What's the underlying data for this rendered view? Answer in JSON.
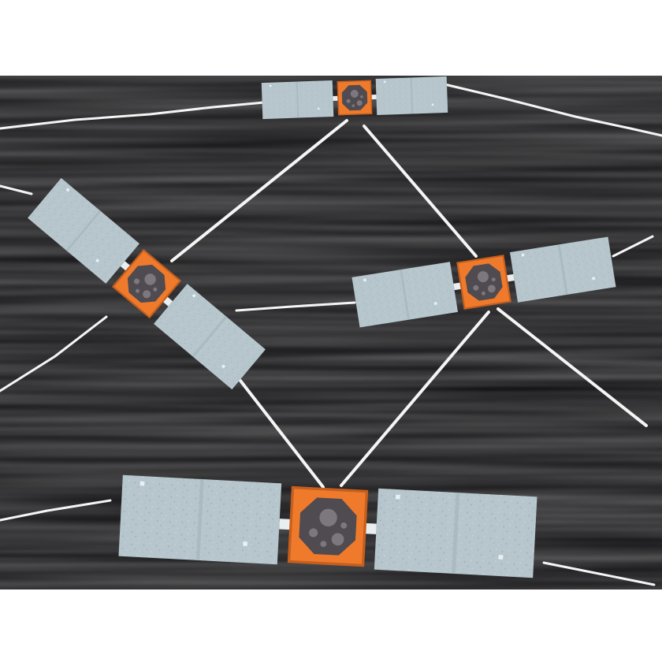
{
  "scene": {
    "background_color": "#ffffff",
    "space_color": "#0c0c0e",
    "link_color": "#f5f5f5",
    "panel_color": "#b6c6cc",
    "panel_shade_color": "#a9bac0",
    "module_color": "#f07a2c",
    "module_edge_color": "#c55f1e",
    "core_color": "#4f4b50",
    "core_spot_color": "#7d787e"
  },
  "satellites": [
    {
      "name": "satellite-top",
      "icon": "satellite-icon"
    },
    {
      "name": "satellite-left",
      "icon": "satellite-icon"
    },
    {
      "name": "satellite-right",
      "icon": "satellite-icon"
    },
    {
      "name": "satellite-bottom",
      "icon": "satellite-icon"
    }
  ],
  "links": [
    {
      "name": "link-top-left"
    },
    {
      "name": "link-top-right"
    },
    {
      "name": "link-left-bottom"
    },
    {
      "name": "link-right-bottom"
    }
  ]
}
